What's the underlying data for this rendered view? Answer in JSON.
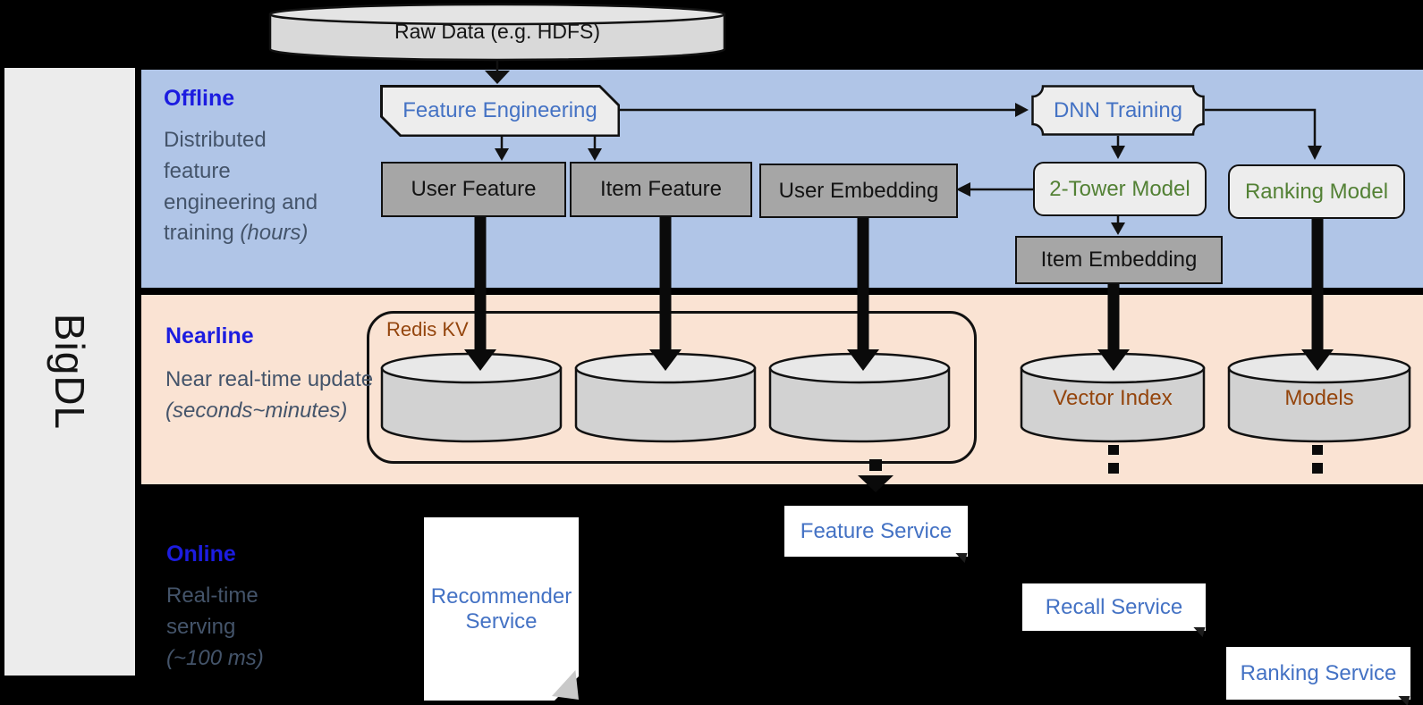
{
  "brand": {
    "label": "BigDL"
  },
  "raw_data": {
    "label": "Raw Data (e.g. HDFS)"
  },
  "sections": {
    "offline": {
      "title": "Offline",
      "subtitle": "Distributed feature engineering and training",
      "subtitle_italic": "(hours)"
    },
    "nearline": {
      "title": "Nearline",
      "subtitle": "Near real-time update",
      "subtitle_italic": "(seconds~minutes)"
    },
    "online": {
      "title": "Online",
      "subtitle": "Real-time serving",
      "subtitle_italic": "(~100 ms)"
    }
  },
  "offline_nodes": {
    "feature_engineering": "Feature Engineering",
    "dnn_training": "DNN Training",
    "user_feature": "User Feature",
    "item_feature": "Item Feature",
    "user_embedding": "User Embedding",
    "two_tower_model": "2-Tower Model",
    "ranking_model": "Ranking Model",
    "item_embedding": "Item Embedding"
  },
  "nearline_nodes": {
    "redis_kv": "Redis KV",
    "vector_index": "Vector Index",
    "models": "Models"
  },
  "online_nodes": {
    "recommender_service": "Recommender Service",
    "feature_service": "Feature Service",
    "recall_service": "Recall Service",
    "ranking_service": "Ranking Service"
  },
  "colors": {
    "offline_band": "#b0c5e7",
    "nearline_band": "#fae3d3",
    "online_band": "#000000",
    "section_title_blue": "#1c1ce0",
    "subtitle_gray_blue": "#44546a",
    "node_label_blue": "#4472c4",
    "model_label_green": "#538135",
    "store_label_brown": "#94450d",
    "gray_box": "#a6a6a6",
    "light_box": "#ededed",
    "cylinder_fill": "#d6d6d6"
  }
}
